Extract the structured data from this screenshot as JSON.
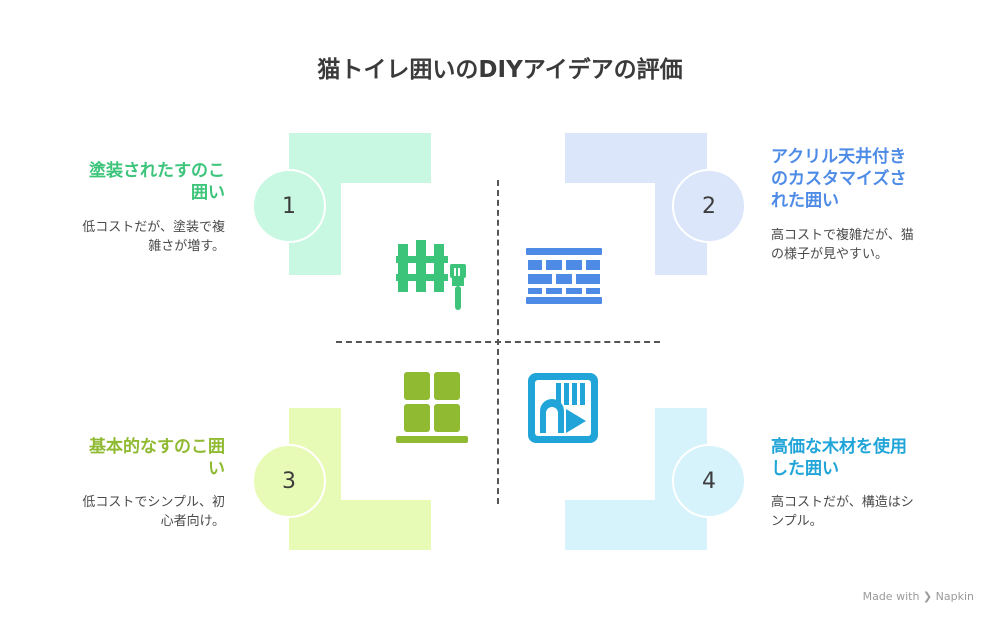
{
  "title": "猫トイレ囲いのDIYアイデアの評価",
  "colors": {
    "q1": "#3cc47a",
    "q1_light": "#c8f8e2",
    "q2": "#4e8be6",
    "q2_light": "#dbe6fb",
    "q3": "#8fba32",
    "q3_light": "#e8fbb6",
    "q4": "#21a5d8",
    "q4_light": "#d6f3fc"
  },
  "quadrants": [
    {
      "number": "1",
      "heading_lines": [
        "塗装されたすのこ",
        "囲い"
      ],
      "desc_lines": [
        "低コストだが、塗装で複",
        "雑さが増す。"
      ],
      "icon": "fence-paintbrush-icon"
    },
    {
      "number": "2",
      "heading_lines": [
        "アクリル天井付き",
        "のカスタマイズさ",
        "れた囲い"
      ],
      "desc_lines": [
        "高コストで複雑だが、猫",
        "の様子が見やすい。"
      ],
      "icon": "brick-grid-icon"
    },
    {
      "number": "3",
      "heading_lines": [
        "基本的なすのこ囲",
        "い"
      ],
      "desc_lines": [
        "低コストでシンプル、初",
        "心者向け。"
      ],
      "icon": "slatted-panel-icon"
    },
    {
      "number": "4",
      "heading_lines": [
        "高価な木材を使用",
        "した囲い"
      ],
      "desc_lines": [
        "高コストだが、構造はシ",
        "ンプル。"
      ],
      "icon": "wood-panel-icon"
    }
  ],
  "footer": {
    "made_with": "Made with",
    "brand": "Napkin"
  }
}
